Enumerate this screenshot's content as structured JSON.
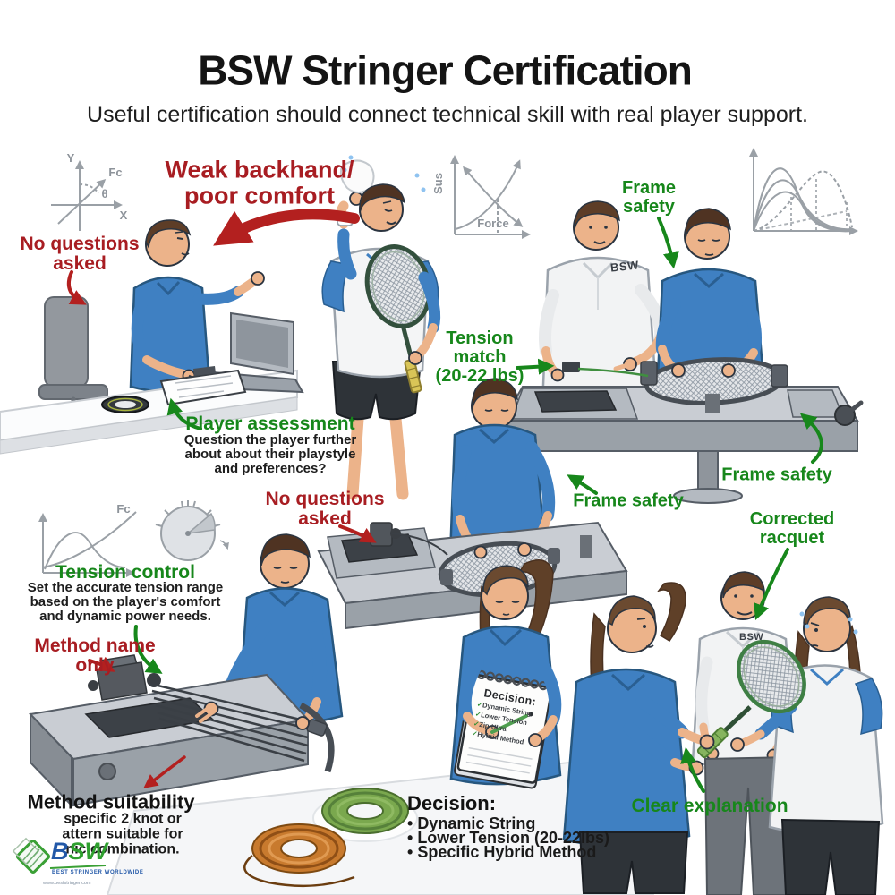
{
  "header": {
    "title": "BSW Stringer Certification",
    "subtitle": "Useful certification should connect technical skill with real player support."
  },
  "annotations": {
    "weak_backhand": "Weak backhand/\npoor comfort",
    "no_questions_top": "No questions\nasked",
    "no_questions_mid": "No questions\nasked",
    "method_name_only": "Method name\nonly",
    "frame_safety_top": "Frame\nsafety",
    "frame_safety_right": "Frame safety",
    "frame_safety_mid": "Frame safety",
    "tension_match": "Tension\nmatch\n(20-22 lbs)",
    "corrected_racquet": "Corrected\nracquet",
    "clear_explanation": "Clear explanation",
    "player_assessment": {
      "heading": "Player assessment",
      "body": "Question the player further\nabout about their playstyle\nand preferences?"
    },
    "tension_control": {
      "heading": "Tension control",
      "body": "Set the accurate tension range\nbased on the player's comfort\nand dynamic power needs."
    },
    "method_suitability": {
      "heading": "Method suitability",
      "body": "specific 2 knot or\nattern suitable for\nnic combination."
    },
    "decision_block": {
      "heading": "Decision:",
      "items": [
        "Dynamic String",
        "Lower Tension (20-22lbs)",
        "Specific Hybrid Method"
      ]
    }
  },
  "notepad": {
    "heading": "Decision:",
    "items": [
      "Dynamic String",
      "Lower Tension",
      "Zip-Ultra",
      "Hybrid Method"
    ]
  },
  "charts": {
    "vector_chart": {
      "y_label": "Y",
      "x_label": "X",
      "vector_label": "Fc",
      "angle_label": "θ"
    },
    "tradeoff_chart": {
      "y_label": "Sus",
      "x_label": "Force"
    },
    "tension_chart": {
      "curve_label": "Fc"
    }
  },
  "shirts": {
    "bsw_top": "BSW",
    "bsw_bottom": "BSW"
  },
  "logo": {
    "name": "BSW",
    "tagline": "BEST STRINGER WORLDWIDE",
    "url": "www.beststringer.com"
  },
  "colors": {
    "annotation_red": "#a81d22",
    "annotation_green": "#17871b",
    "shirt_blue": "#3f80c2",
    "ink": "#1d1d1d"
  }
}
